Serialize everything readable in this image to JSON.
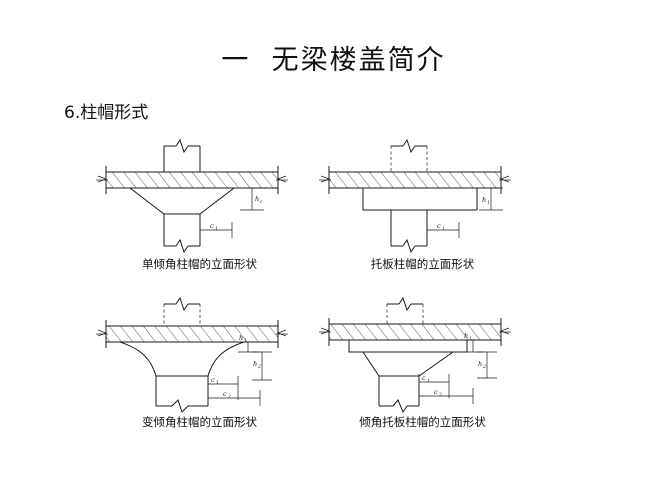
{
  "slide": {
    "title": "一  无梁楼盖简介",
    "subtitle": "6.柱帽形式",
    "background_color": "#ffffff",
    "line_color": "#1a1a1a"
  },
  "figures": [
    {
      "id": "single-slope-capital",
      "caption": "单倾角柱帽的立面形状",
      "type": "sloped-capital",
      "dim_labels": [
        "h",
        "c"
      ],
      "dim_label_h": "h",
      "dim_label_h_sub": "c",
      "dim_label_c": "c",
      "dim_label_c_sub": "1"
    },
    {
      "id": "drop-panel-capital",
      "caption": "托板柱帽的立面形状",
      "type": "drop-panel",
      "dim_labels": [
        "h",
        "c"
      ],
      "dim_label_h": "h",
      "dim_label_h_sub": "1",
      "dim_label_c": "c",
      "dim_label_c_sub": "1"
    },
    {
      "id": "variable-slope-capital",
      "caption": "变倾角柱帽的立面形状",
      "type": "variable-slope-capital",
      "dim_labels": [
        "h",
        "h",
        "c",
        "c"
      ],
      "dim_label_h1": "h",
      "dim_label_h1_sub": "1",
      "dim_label_h2": "h",
      "dim_label_h2_sub": "2",
      "dim_label_c1": "c",
      "dim_label_c1_sub": "1",
      "dim_label_c2": "c",
      "dim_label_c2_sub": "2"
    },
    {
      "id": "sloped-drop-panel-capital",
      "caption": "倾角托板柱帽的立面形状",
      "type": "sloped-drop-panel",
      "dim_labels": [
        "h",
        "h",
        "c",
        "c"
      ],
      "dim_label_h1": "h",
      "dim_label_h1_sub": "1",
      "dim_label_h2": "h",
      "dim_label_h2_sub": "2",
      "dim_label_c1": "c",
      "dim_label_c1_sub": "1",
      "dim_label_c2": "c",
      "dim_label_c2_sub": "2"
    }
  ]
}
